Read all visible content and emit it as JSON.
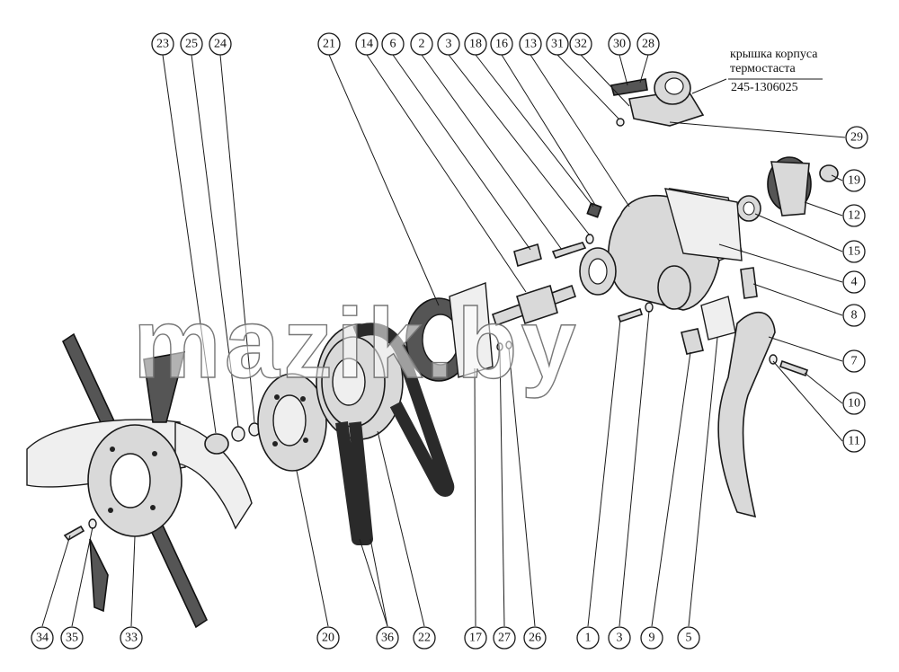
{
  "caption": {
    "line1": "крышка корпуса",
    "line2": "термостаста",
    "part_number": "245-1306025"
  },
  "watermark": "mazik.by",
  "callouts": [
    {
      "id": "c-23",
      "text": "23"
    },
    {
      "id": "c-25",
      "text": "25"
    },
    {
      "id": "c-24",
      "text": "24"
    },
    {
      "id": "c-21",
      "text": "21"
    },
    {
      "id": "c-14",
      "text": "14"
    },
    {
      "id": "c-6",
      "text": "6"
    },
    {
      "id": "c-2",
      "text": "2"
    },
    {
      "id": "c-3a",
      "text": "3"
    },
    {
      "id": "c-18",
      "text": "18"
    },
    {
      "id": "c-16",
      "text": "16"
    },
    {
      "id": "c-13",
      "text": "13"
    },
    {
      "id": "c-31",
      "text": "31"
    },
    {
      "id": "c-32",
      "text": "32"
    },
    {
      "id": "c-30",
      "text": "30"
    },
    {
      "id": "c-28",
      "text": "28"
    },
    {
      "id": "c-29",
      "text": "29"
    },
    {
      "id": "c-19",
      "text": "19"
    },
    {
      "id": "c-12",
      "text": "12"
    },
    {
      "id": "c-15",
      "text": "15"
    },
    {
      "id": "c-4",
      "text": "4"
    },
    {
      "id": "c-8",
      "text": "8"
    },
    {
      "id": "c-7",
      "text": "7"
    },
    {
      "id": "c-10",
      "text": "10"
    },
    {
      "id": "c-11",
      "text": "11"
    },
    {
      "id": "c-34",
      "text": "34"
    },
    {
      "id": "c-35",
      "text": "35"
    },
    {
      "id": "c-33",
      "text": "33"
    },
    {
      "id": "c-20",
      "text": "20"
    },
    {
      "id": "c-36",
      "text": "36"
    },
    {
      "id": "c-22",
      "text": "22"
    },
    {
      "id": "c-17",
      "text": "17"
    },
    {
      "id": "c-27",
      "text": "27"
    },
    {
      "id": "c-26",
      "text": "26"
    },
    {
      "id": "c-1",
      "text": "1"
    },
    {
      "id": "c-3b",
      "text": "3"
    },
    {
      "id": "c-9",
      "text": "9"
    },
    {
      "id": "c-5",
      "text": "5"
    }
  ]
}
